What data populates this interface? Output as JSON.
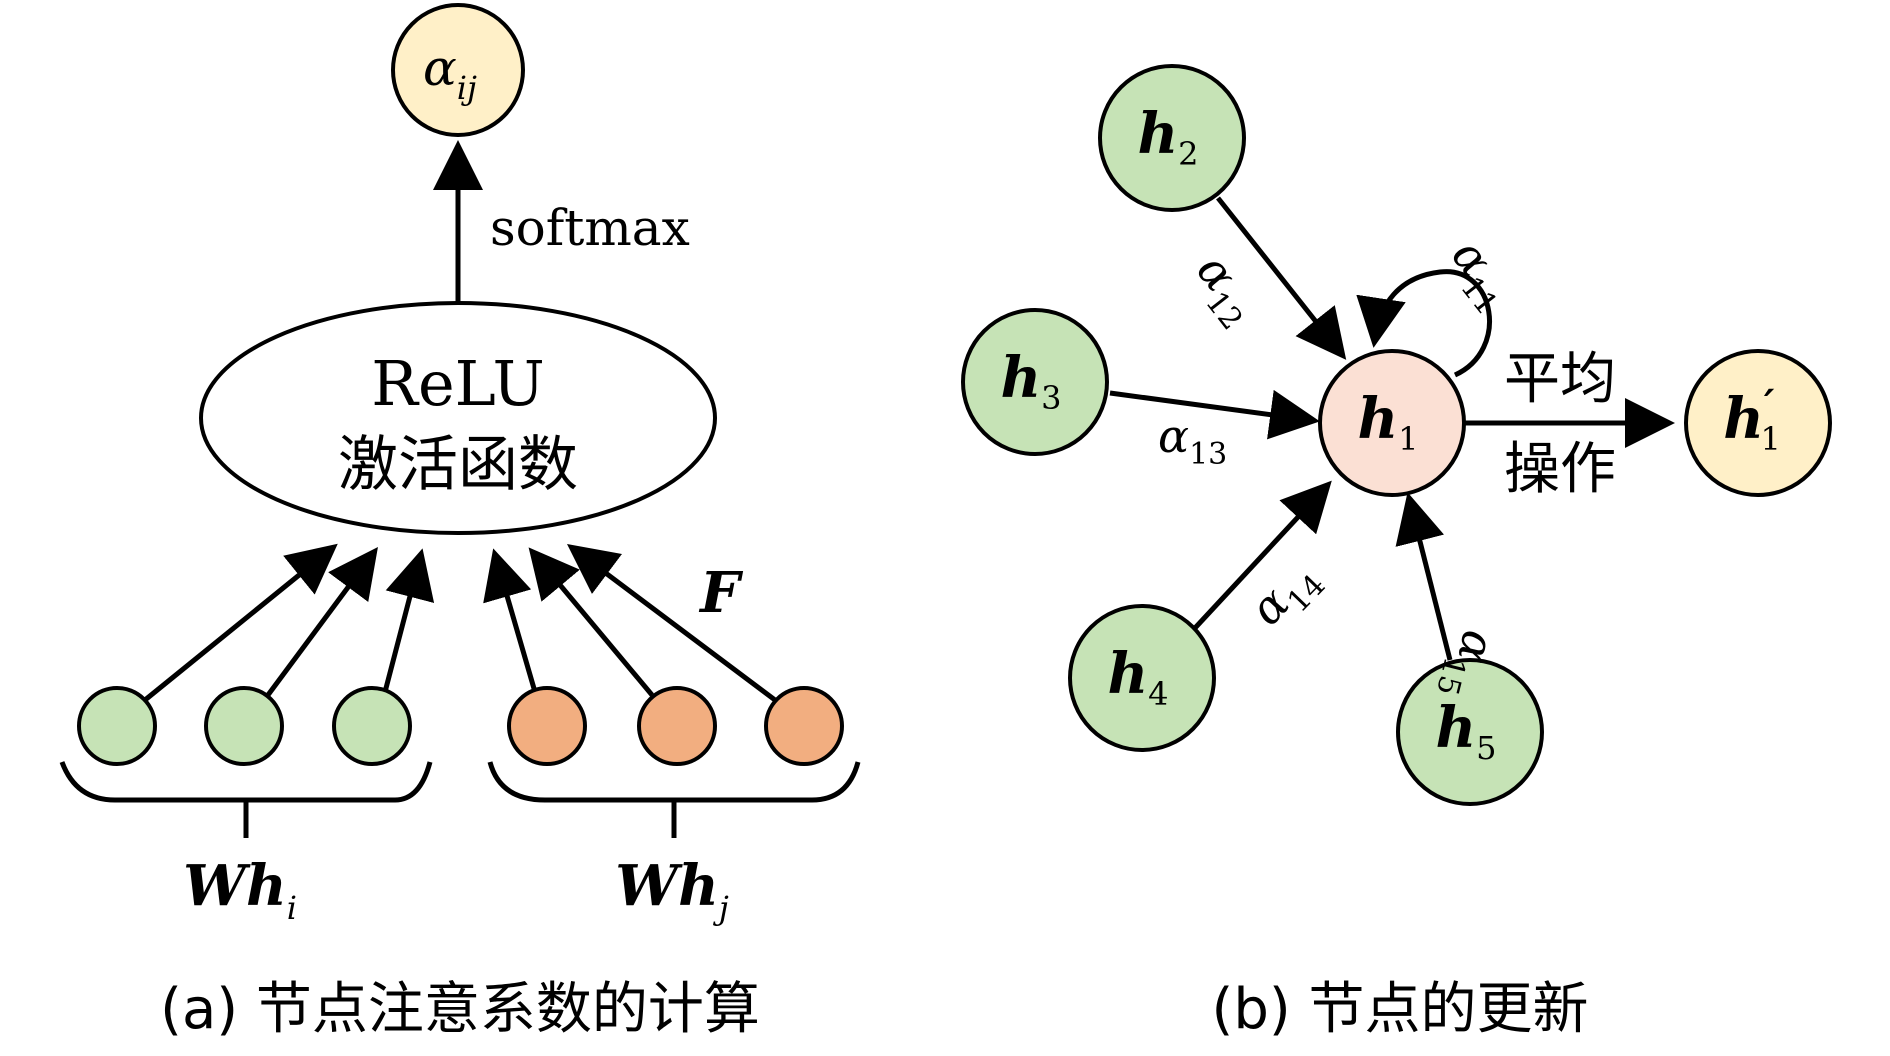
{
  "panel_a": {
    "output_node": {
      "symbol": "α",
      "subscript": "ij"
    },
    "softmax_label": "softmax",
    "activation": {
      "line1": "ReLU",
      "line2": "激活函数"
    },
    "feature_label": "F",
    "group_left": {
      "main": "Wh",
      "subscript": "i"
    },
    "group_right": {
      "main": "Wh",
      "subscript": "j"
    },
    "caption": "(a) 节点注意系数的计算"
  },
  "panel_b": {
    "center_node": {
      "main": "h",
      "subscript": "1"
    },
    "neighbors": [
      {
        "main": "h",
        "subscript": "2"
      },
      {
        "main": "h",
        "subscript": "3"
      },
      {
        "main": "h",
        "subscript": "4"
      },
      {
        "main": "h",
        "subscript": "5"
      }
    ],
    "output_node": {
      "main": "h",
      "prime": "′",
      "subscript": "1"
    },
    "edge_labels": {
      "a11": {
        "symbol": "α",
        "subscript": "11"
      },
      "a12": {
        "symbol": "α",
        "subscript": "12"
      },
      "a13": {
        "symbol": "α",
        "subscript": "13"
      },
      "a14": {
        "symbol": "α",
        "subscript": "14"
      },
      "a15": {
        "symbol": "α",
        "subscript": "15"
      }
    },
    "operation": {
      "line1": "平均",
      "line2": "操作"
    },
    "caption": "(b) 节点的更新"
  },
  "colors": {
    "green_node": "#c6e3b6",
    "orange_node": "#f2ae80",
    "yellow_node": "#fff0c8",
    "pink_node": "#fbe0d4",
    "stroke": "#000000"
  }
}
